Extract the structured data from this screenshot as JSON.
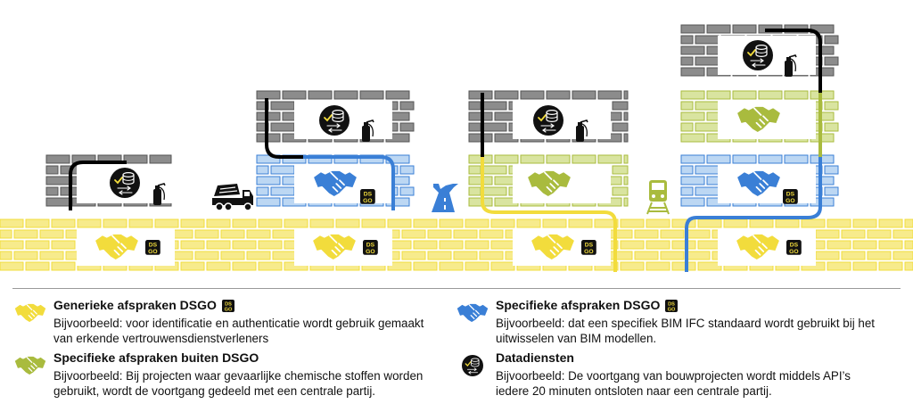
{
  "colors": {
    "generic_yellow": "#f7eb8c",
    "generic_yellow_dark": "#f2dc3c",
    "specific_blue": "#bcd7f3",
    "specific_blue_dark": "#3a7fd6",
    "outside_green": "#d9e4a0",
    "outside_green_dark": "#a9bb3e",
    "private_gray": "#8c8c8c",
    "dark_gray": "#555555",
    "line_black": "#000000"
  },
  "icons": {
    "badge_text_top": "DS",
    "badge_text_bottom": "GO"
  },
  "legend": [
    {
      "key": "generic",
      "icon": "handshake-yellow-icon",
      "title": "Generieke afspraken DSGO",
      "badge": true,
      "description": "Bijvoorbeeld: voor identificatie en authenticatie wordt gebruik gemaakt van erkende vertrouwensdienstverleners"
    },
    {
      "key": "outside",
      "icon": "handshake-green-icon",
      "title": "Specifieke afspraken buiten DSGO",
      "badge": false,
      "description": "Bijvoorbeeld: Bij projecten waar gevaarlijke chemische stoffen worden gebruikt, wordt de voortgang gedeeld met een centrale partij."
    },
    {
      "key": "specific",
      "icon": "handshake-blue-icon",
      "title": "Specifieke afspraken DSGO",
      "badge": true,
      "description": "Bijvoorbeeld: dat een specifiek BIM IFC standaard wordt gebruikt bij het uitwisselen van BIM modellen."
    },
    {
      "key": "data",
      "icon": "data-service-icon",
      "title": "Datadiensten",
      "badge": false,
      "description": "Bijvoorbeeld: De voortgang van bouwprojecten wordt middels API’s iedere 20 minuten ontsloten naar een centrale partij."
    }
  ]
}
